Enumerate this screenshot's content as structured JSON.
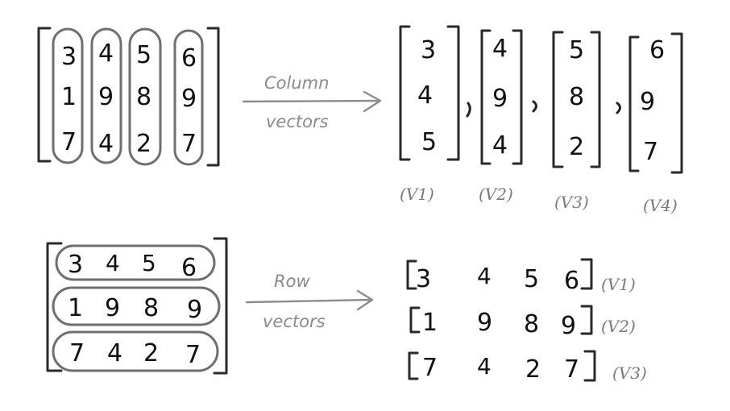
{
  "matrix": [
    [
      3,
      4,
      5,
      6
    ],
    [
      1,
      9,
      8,
      9
    ],
    [
      7,
      4,
      2,
      7
    ]
  ],
  "column_section": {
    "arrow_label_line1": "Column",
    "arrow_label_line2": "vectors",
    "vectors": [
      {
        "name": "(V1)",
        "values": [
          3,
          4,
          5
        ]
      },
      {
        "name": "(V2)",
        "values": [
          4,
          9,
          4
        ]
      },
      {
        "name": "(V3)",
        "values": [
          5,
          8,
          2
        ]
      },
      {
        "name": "(V4)",
        "values": [
          6,
          9,
          7
        ]
      }
    ]
  },
  "row_section": {
    "arrow_label_line1": "Row",
    "arrow_label_line2": "vectors",
    "vectors": [
      {
        "name": "(V1)",
        "values": [
          3,
          4,
          5,
          6
        ]
      },
      {
        "name": "(V2)",
        "values": [
          1,
          9,
          8,
          9
        ]
      },
      {
        "name": "(V3)",
        "values": [
          7,
          4,
          2,
          7
        ]
      }
    ]
  },
  "separator": ",",
  "colors": {
    "ink": "#111111",
    "pencil": "#8a8a8a",
    "loop": "#6f6f6f"
  }
}
